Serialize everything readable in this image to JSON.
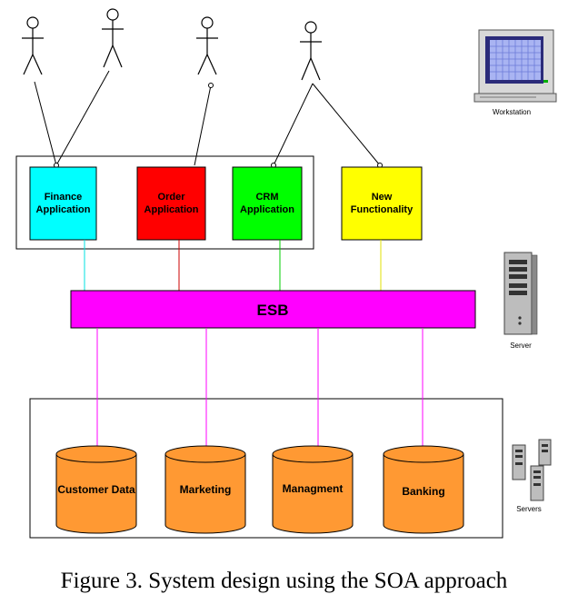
{
  "apps": [
    {
      "line1": "Finance",
      "line2": "Application",
      "color": "#00ffff",
      "link_color": "#00e0e0"
    },
    {
      "line1": "Order",
      "line2": "Application",
      "color": "#ff0000",
      "link_color": "#cc0000"
    },
    {
      "line1": "CRM",
      "line2": "Application",
      "color": "#00ff00",
      "link_color": "#00cc00"
    },
    {
      "line1": "New",
      "line2": "Functionality",
      "color": "#ffff00",
      "link_color": "#e0e000"
    }
  ],
  "esb": {
    "label": "ESB",
    "color": "#ff00ff"
  },
  "databases": [
    {
      "label": "Customer Data"
    },
    {
      "label": "Marketing"
    },
    {
      "label": "Managment"
    },
    {
      "label": "Banking"
    }
  ],
  "db_color": "#ff9933",
  "devices": {
    "workstation": "Workstation",
    "server": "Server",
    "servers": "Servers"
  },
  "caption": "Figure 3. System design using the SOA approach"
}
